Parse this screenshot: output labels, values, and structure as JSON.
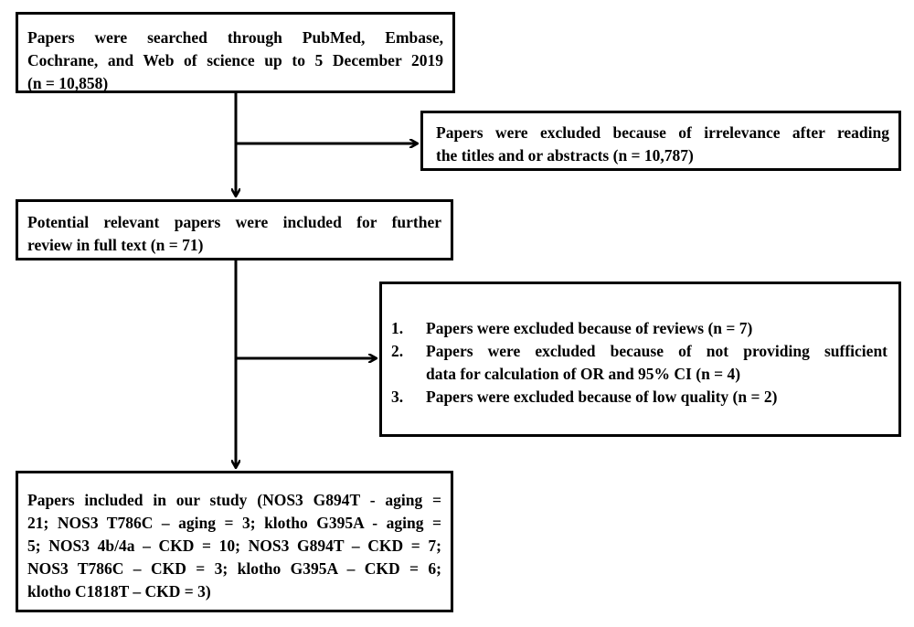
{
  "box1": {
    "lines": [
      "Papers were searched through PubMed, Embase,",
      "Cochrane, and Web of science up to 5 December 2019",
      "(n = 10,858)"
    ]
  },
  "box2": {
    "lines": [
      "Papers were excluded because of irrelevance after reading",
      "the titles and or abstracts (n = 10,787)"
    ]
  },
  "box3": {
    "lines": [
      "Potential relevant papers were included for further",
      "review in full text (n = 71)"
    ]
  },
  "box4": {
    "items": [
      {
        "num": "1.",
        "lines": [
          "Papers were excluded because of reviews  (n = 7)"
        ]
      },
      {
        "num": "2.",
        "lines": [
          "Papers were excluded because of not providing sufficient",
          "data for calculation of OR  and 95% CI (n = 4)"
        ]
      },
      {
        "num": "3.",
        "lines": [
          "Papers were excluded because of low quality (n = 2)"
        ]
      }
    ]
  },
  "box5": {
    "lines": [
      "Papers included in our study (NOS3 G894T - aging =",
      "21; NOS3 T786C – aging = 3; klotho G395A - aging =",
      "5; NOS3 4b/4a – CKD = 10; NOS3 G894T – CKD = 7;",
      "NOS3 T786C – CKD = 3; klotho G395A – CKD = 6;",
      "klotho C1818T – CKD = 3)"
    ]
  }
}
